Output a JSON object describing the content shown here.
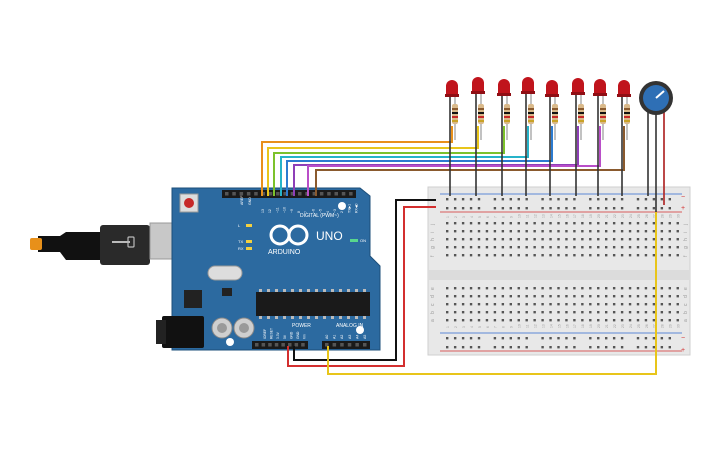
{
  "board": {
    "aref": "AREF",
    "gnd": "GND",
    "digital_pins": [
      "13",
      "12",
      "~11",
      "~10",
      "~9",
      "8",
      "7",
      "~6",
      "~5",
      "4",
      "~3",
      "2",
      "TX▶1",
      "RX◀0"
    ],
    "digital_label": "DIGITAL (PWM~)",
    "brand": "ARDUINO",
    "model": "UNO",
    "on_label": "ON",
    "l_label": "L",
    "tx_label": "TX",
    "rx_label": "RX",
    "power_label": "POWER",
    "power_pins": [
      "IOREF",
      "RESET",
      "3.3V",
      "5V",
      "GND",
      "GND",
      "Vin"
    ],
    "analog_label": "ANALOG IN",
    "analog_pins": [
      "A0",
      "A1",
      "A2",
      "A3",
      "A4",
      "A5"
    ]
  },
  "breadboard": {
    "plus": "+",
    "minus": "−",
    "row_letters_top": [
      "j",
      "i",
      "h",
      "g",
      "f"
    ],
    "row_letters_bottom": [
      "e",
      "d",
      "c",
      "b",
      "a"
    ],
    "column_numbers": [
      "1",
      "2",
      "3",
      "4",
      "5",
      "6",
      "7",
      "8",
      "9",
      "10",
      "11",
      "12",
      "13",
      "14",
      "15",
      "16",
      "17",
      "18",
      "19",
      "20",
      "21",
      "22",
      "23",
      "24",
      "25",
      "26",
      "27",
      "28",
      "29",
      "30"
    ]
  },
  "components": {
    "led_count": 8,
    "led_color": "#c0141c",
    "knob_color": "#2e6fb5"
  },
  "wire_colors": [
    "#e8901a",
    "#e8c51a",
    "#7cc22c",
    "#26b3c9",
    "#2c7bd0",
    "#8e3fb8",
    "#b94ec8",
    "#8a5a2e"
  ]
}
